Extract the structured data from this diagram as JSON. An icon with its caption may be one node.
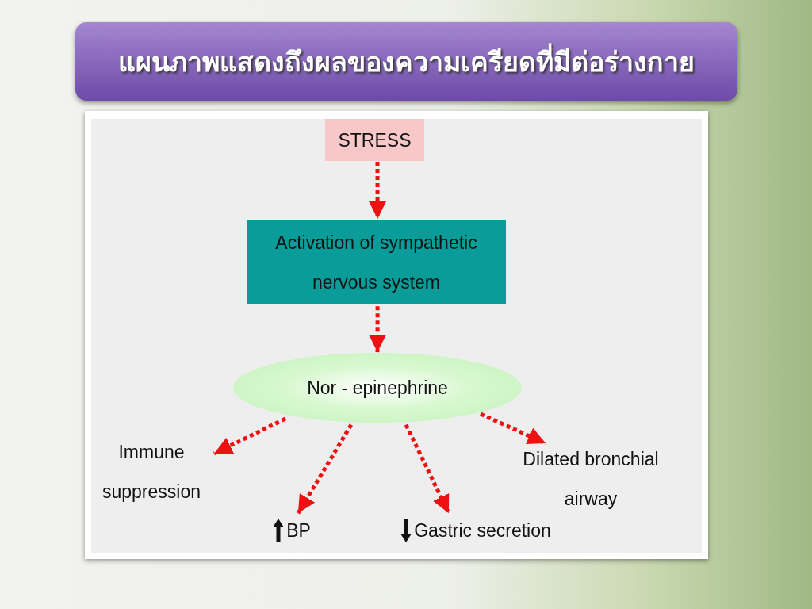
{
  "diagram": {
    "title": "แผนภาพแสดงถึงผลของความเครียดที่มีต่อร่างกาย",
    "nodes": [
      {
        "text": [
          "STRESS"
        ]
      },
      {
        "text": [
          "Activation of sympathetic nervous system"
        ]
      },
      {
        "text": [
          "Nor - epinephrine"
        ]
      },
      {
        "text": [
          "Immune suppression"
        ]
      },
      {
        "text": [
          "BP"
        ]
      },
      {
        "text": [
          "Gastric secretion"
        ]
      },
      {
        "text": [
          "Dilated bronchial airway"
        ]
      }
    ],
    "edges": [
      {
        "from": 0,
        "to": 1,
        "arrow": "to",
        "style": "dashed",
        "color": "#ee1111"
      },
      {
        "from": 1,
        "to": 2,
        "arrow": "to",
        "style": "dashed",
        "color": "#ee1111"
      },
      {
        "from": 2,
        "to": 3,
        "arrow": "to",
        "style": "dashed",
        "color": "#ee1111"
      },
      {
        "from": 2,
        "to": 4,
        "arrow": "to",
        "style": "dashed",
        "color": "#ee1111"
      },
      {
        "from": 2,
        "to": 5,
        "arrow": "to",
        "style": "dashed",
        "color": "#ee1111"
      },
      {
        "from": 2,
        "to": 6,
        "arrow": "to",
        "style": "dashed",
        "color": "#ee1111"
      }
    ]
  }
}
